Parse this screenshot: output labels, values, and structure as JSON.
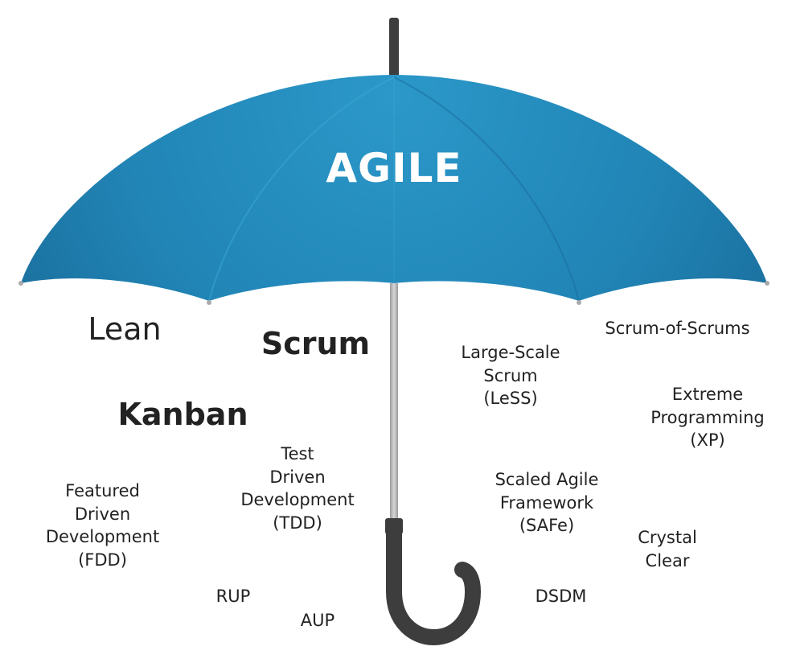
{
  "title": "AGILE",
  "colors": {
    "canopy_light": "#2b98c9",
    "canopy_dark": "#1a6e9c",
    "shaft": "#b5b5b5",
    "handle": "#3d3d3d",
    "text": "#222222"
  },
  "methods": [
    {
      "id": "lean",
      "label": "Lean"
    },
    {
      "id": "scrum",
      "label": "Scrum"
    },
    {
      "id": "kanban",
      "label": "Kanban"
    },
    {
      "id": "less",
      "label": "Large-Scale\nScrum\n(LeSS)"
    },
    {
      "id": "scrum-of-scrums",
      "label": "Scrum-of-Scrums"
    },
    {
      "id": "xp",
      "label": "Extreme\nProgramming\n(XP)"
    },
    {
      "id": "tdd",
      "label": "Test\nDriven\nDevelopment\n(TDD)"
    },
    {
      "id": "fdd",
      "label": "Featured\nDriven\nDevelopment\n(FDD)"
    },
    {
      "id": "safe",
      "label": "Scaled Agile\nFramework\n(SAFe)"
    },
    {
      "id": "crystal-clear",
      "label": "Crystal\nClear"
    },
    {
      "id": "rup",
      "label": "RUP"
    },
    {
      "id": "aup",
      "label": "AUP"
    },
    {
      "id": "dsdm",
      "label": "DSDM"
    }
  ]
}
